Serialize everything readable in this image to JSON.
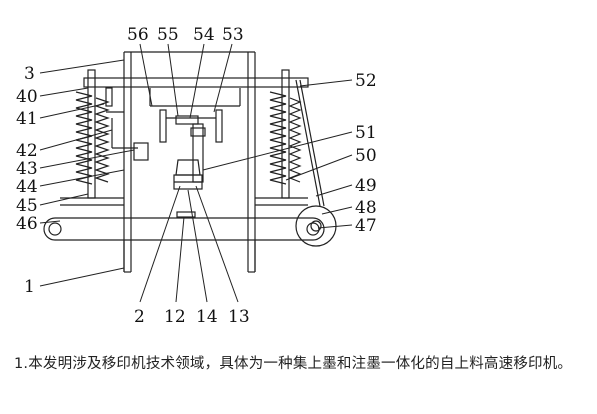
{
  "figure": {
    "labels_left": [
      "3",
      "40",
      "41",
      "42",
      "43",
      "44",
      "45",
      "46",
      "1"
    ],
    "labels_top": [
      "56",
      "55",
      "54",
      "53"
    ],
    "labels_right": [
      "52",
      "51",
      "50",
      "49",
      "48",
      "47"
    ],
    "labels_bottom": [
      "2",
      "12",
      "14",
      "13"
    ]
  },
  "caption": {
    "text": "1.本发明涉及移印机技术领域，具体为一种集上墨和注墨一体化的自上料高速移印机。"
  }
}
